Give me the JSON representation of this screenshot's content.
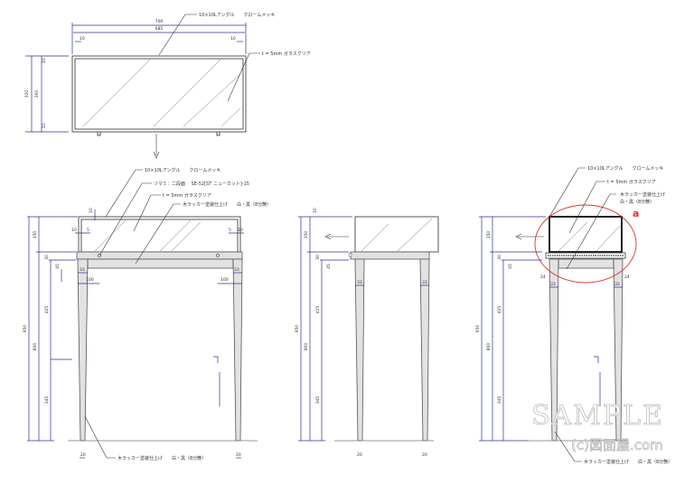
{
  "labels": {
    "angle": "10×10Lアングル　　クロームメッキ",
    "glass": "t = 5mm ガラスクリア",
    "knob": "ツマミ：二段面　 SE-52[ST ニューカット]-15",
    "wood_front": "木ラッカー塗装仕上げ　　白・黒（8分艶）",
    "wood_side_1": "木ラッカー塗装仕上げ",
    "wood_side_2": "白・黒（8分艶）",
    "wood_leg": "木ラッカー塗装仕上げ　　白・黒（8分艶）"
  },
  "plan_dims": {
    "w700": "700",
    "w685": "685",
    "s10a": "10",
    "s10b": "10",
    "h320": "320",
    "h300": "300",
    "h10a": "10",
    "h10b": "10"
  },
  "front_dims": {
    "h950": "950",
    "h800": "800",
    "h150": "150",
    "h30": "30",
    "h45": "45",
    "h425": "425",
    "h345": "345",
    "t10": "10",
    "l10": "10",
    "l5": "5",
    "r5": "5",
    "r10": "10",
    "l33": "33",
    "r33": "33",
    "l100": "100",
    "r100": "100",
    "f20a": "20",
    "f20b": "20"
  },
  "side_dims": {
    "h950": "950",
    "h800": "800",
    "h150": "150",
    "h30": "30",
    "h45": "45",
    "h425": "425",
    "h345": "345",
    "t10": "10",
    "l33": "33",
    "r33": "33",
    "f20a": "20",
    "f20b": "20"
  },
  "detail_dims": {
    "h950": "950",
    "h800": "800",
    "h150": "150",
    "h30": "30",
    "h45": "45",
    "h425": "425",
    "h345": "345",
    "l24": "24",
    "r24": "24",
    "l33": "33",
    "r33": "33"
  },
  "callout": {
    "letter": "a",
    "color": "#e03030"
  },
  "watermark": {
    "main": "SAMPLE",
    "sub": "(c)図面屋.com"
  }
}
